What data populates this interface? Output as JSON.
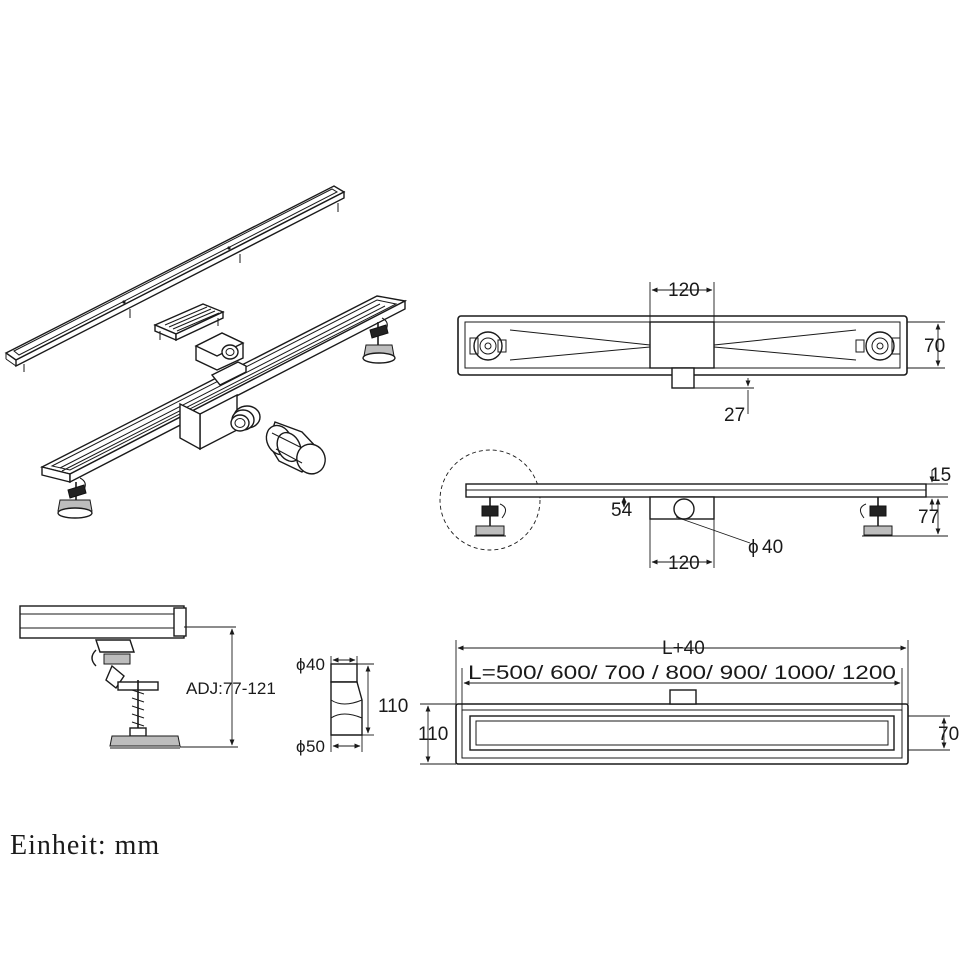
{
  "dimensions": {
    "top_view": {
      "outlet_width": "120",
      "channel_width": "70",
      "outlet_offset": "27"
    },
    "side_view": {
      "top_height": "15",
      "total_height": "77",
      "outlet_center": "54",
      "outlet_width": "120",
      "outlet_diameter": "40"
    },
    "detail_view": {
      "adjustment": "ADJ:77-121"
    },
    "pipe_view": {
      "diameter_top": "40",
      "diameter_bottom": "50",
      "length": "110"
    },
    "front_view": {
      "overall_length": "L+40",
      "lengths": "L=500/ 600/ 700 / 800/ 900/ 1000/ 1200",
      "frame_width": "110",
      "grate_width": "70"
    }
  },
  "symbols": {
    "diameter": "ϕ"
  },
  "unit_label": "Einheit: mm"
}
